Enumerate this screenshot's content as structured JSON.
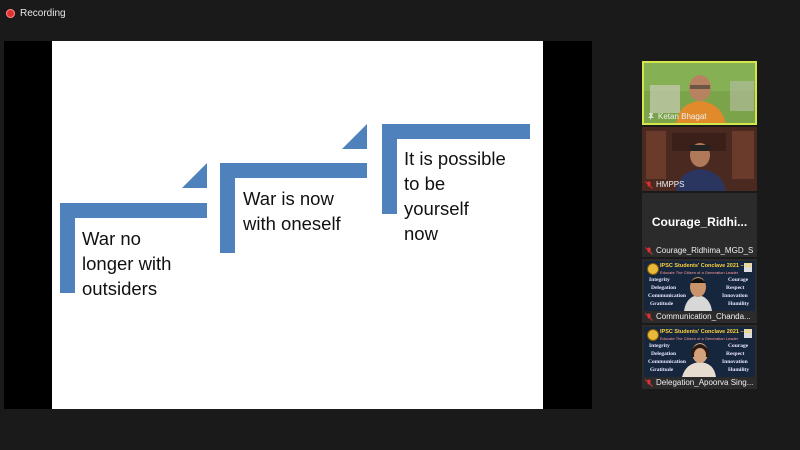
{
  "recording": {
    "label": "Recording"
  },
  "slide": {
    "steps": [
      {
        "text": "War no\nlonger with\noutsiders"
      },
      {
        "text": "War is now\nwith oneself"
      },
      {
        "text": "It is possible\nto be\nyourself\nnow"
      }
    ]
  },
  "participants": [
    {
      "name": "Ketan Bhagat",
      "active": true,
      "video": true,
      "mic_muted": false
    },
    {
      "name": "HMPPS",
      "active": false,
      "video": true,
      "mic_muted": true
    },
    {
      "name": "Courage_Ridhima_MGD_S",
      "display_name": "Courage_Ridhi...",
      "active": false,
      "video": false,
      "mic_muted": true
    },
    {
      "name": "Communication_Chanda...",
      "active": false,
      "video": true,
      "mic_muted": true
    },
    {
      "name": "Delegation_Apoorva Sing...",
      "active": false,
      "video": true,
      "mic_muted": true
    }
  ],
  "poster": {
    "title": "IPSC Students' Conclave 2021 – 22",
    "subtitle": "Educate The Citizen of a Generation Leader",
    "words_left": [
      "Integrity",
      "Delegation",
      "Communication",
      "Gratitude"
    ],
    "words_right": [
      "Courage",
      "Respect",
      "Innovation",
      "Humility"
    ]
  },
  "colors": {
    "accent_step": "#4f81bd",
    "active_border": "#d4e64a",
    "recording": "#e03131"
  }
}
